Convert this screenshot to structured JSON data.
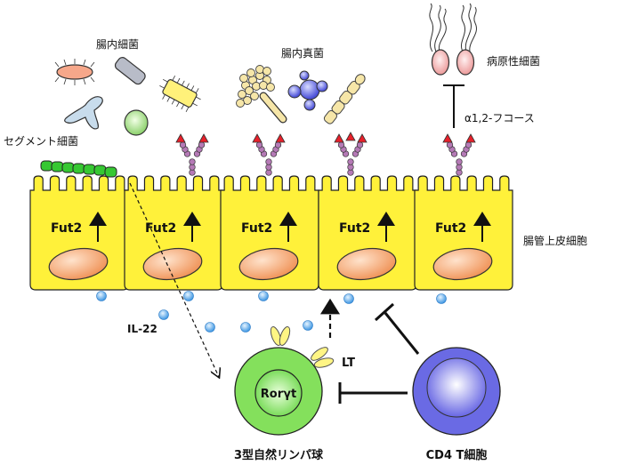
{
  "labels": {
    "gut_bacteria": "腸内細菌",
    "gut_fungi": "腸内真菌",
    "pathogenic_bacteria": "病原性細菌",
    "segmented_bacteria": "セグメント細菌",
    "fucose": "α1,2-フコース",
    "epithelial_cells": "腸管上皮細胞",
    "gene": "Fut2",
    "cytokine": "IL-22",
    "lt": "LT",
    "transcription_factor": "Rorγt",
    "ilc3": "3型自然リンパ球",
    "cd4": "CD4 T細胞"
  },
  "colors": {
    "cell_fill": "#fff13a",
    "nucleus": "#f4a070",
    "ilc_fill": "#7ee05e",
    "cd4_fill": "#6f6ee6",
    "il22_dot": "#4ea4ea",
    "fucose_triangle": "#e8202a",
    "sugar_bead": "#b57ab6",
    "segmented": "#2fc52f"
  }
}
